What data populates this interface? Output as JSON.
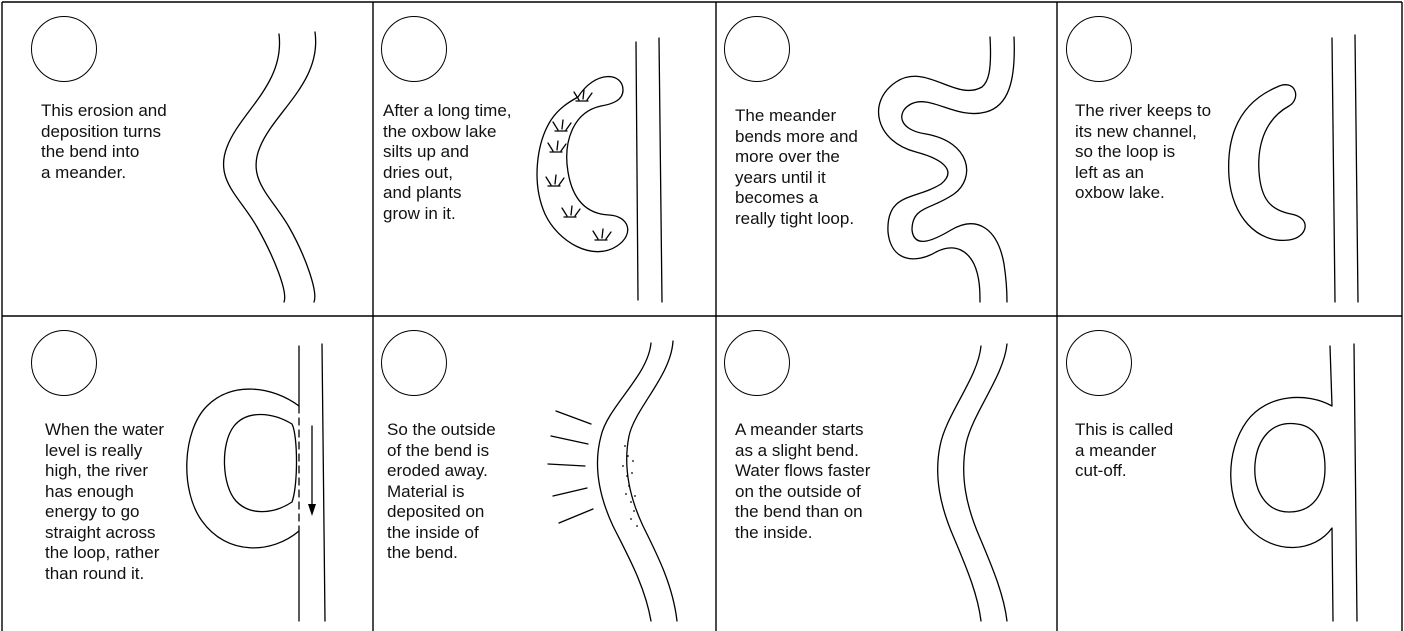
{
  "panels": [
    {
      "id": "p1",
      "caption": "This erosion and\ndeposition turns\nthe bend into\na meander."
    },
    {
      "id": "p2",
      "caption": "After a long time,\nthe oxbow lake\nsilts up and\ndries out,\nand plants\ngrow in it."
    },
    {
      "id": "p3",
      "caption": "The meander\nbends more and\nmore over the\nyears until it\nbecomes a\nreally tight loop."
    },
    {
      "id": "p4",
      "caption": "The river keeps to\nits new channel,\nso the loop is\nleft as an\noxbow lake."
    },
    {
      "id": "p5",
      "caption": "When the water\nlevel is really\nhigh, the river\nhas enough\nenergy to go\nstraight across\nthe loop, rather\nthan round it."
    },
    {
      "id": "p6",
      "caption": "So the outside\nof the bend is\neroded away.\nMaterial is\ndeposited on\nthe inside of\nthe bend."
    },
    {
      "id": "p7",
      "caption": "A meander starts\nas a slight bend.\nWater flows faster\non the outside of\nthe bend than on\nthe inside."
    },
    {
      "id": "p8",
      "caption": "This is called\na meander\ncut-off."
    }
  ]
}
